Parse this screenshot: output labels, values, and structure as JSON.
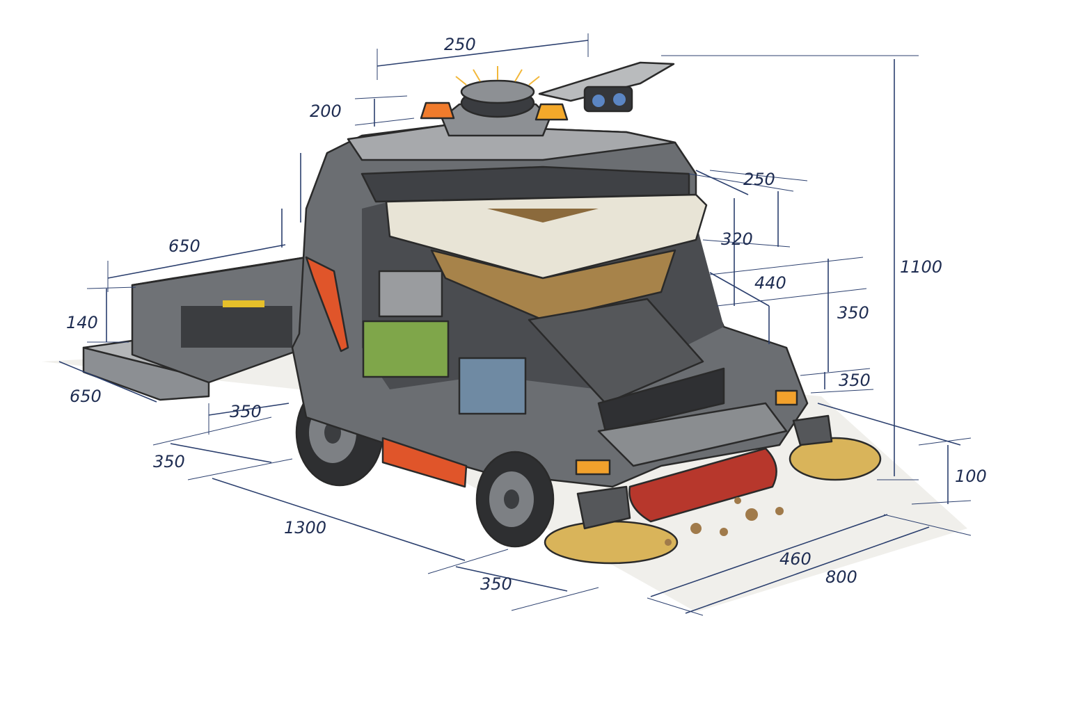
{
  "colors": {
    "dimension_line": "#2b3f6e",
    "body_gray": "#6b6e72",
    "accent_orange": "#e0552a",
    "hopper": "#e8e4d6",
    "battery_green": "#7fa64a",
    "brush_red": "#b7372c",
    "brush_yellow": "#d9b45a"
  },
  "dimensions": {
    "sensor_width": "250",
    "sensor_height": "200",
    "dock_length": "650",
    "dock_height": "140",
    "dock_depth": "650",
    "wheel_to_dock": "350",
    "rear_overhang": "350",
    "total_length": "1300",
    "front_wheel_offset": "350",
    "brush_width": "460",
    "total_width": "800",
    "ground_clearance": "100",
    "total_height": "1100",
    "hopper_lid_width": "250",
    "hopper_height": "320",
    "hopper_depth": "440",
    "intake_height": "350",
    "side_brush_offset": "350"
  }
}
